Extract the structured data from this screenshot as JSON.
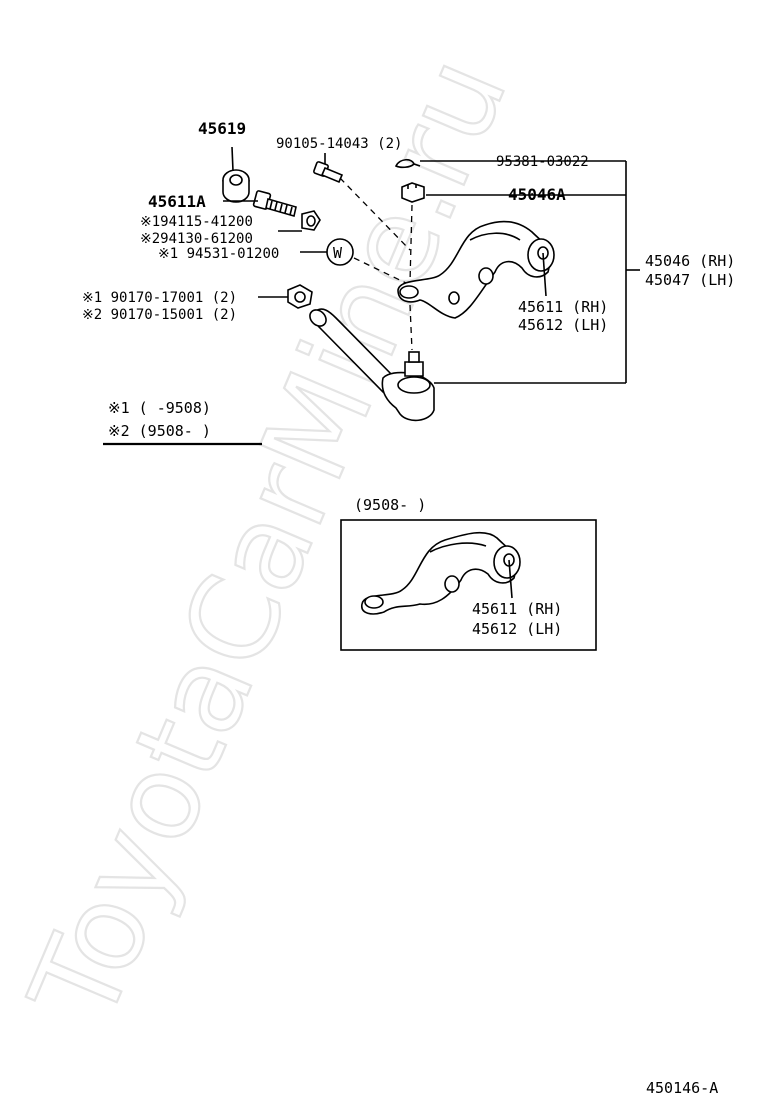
{
  "watermark": "ToyotaCarMine.ru",
  "labels": {
    "p45619": "45619",
    "p90105": "90105-14043 (2)",
    "p95381": "95381-03022",
    "p45046A": "45046A",
    "p45611A": "45611A",
    "p194115": "※194115-41200",
    "p294130": "※294130-61200",
    "p94531": "※1  94531-01200",
    "p45046rh": "45046 (RH)",
    "p45047lh": "45047 (LH)",
    "p90170_17001": "※1  90170-17001 (2)",
    "p90170_15001": "※2  90170-15001 (2)",
    "p45611rh": "45611 (RH)",
    "p45612lh": "45612 (LH)",
    "washer_mark": "W"
  },
  "legend": {
    "note1": "※1 (      -9508)",
    "note2": "※2 (9508-      )"
  },
  "inset": {
    "title": "(9508-      )",
    "p45611rh": "45611 (RH)",
    "p45612lh": "45612 (LH)"
  },
  "diagram_code": "450146-A"
}
